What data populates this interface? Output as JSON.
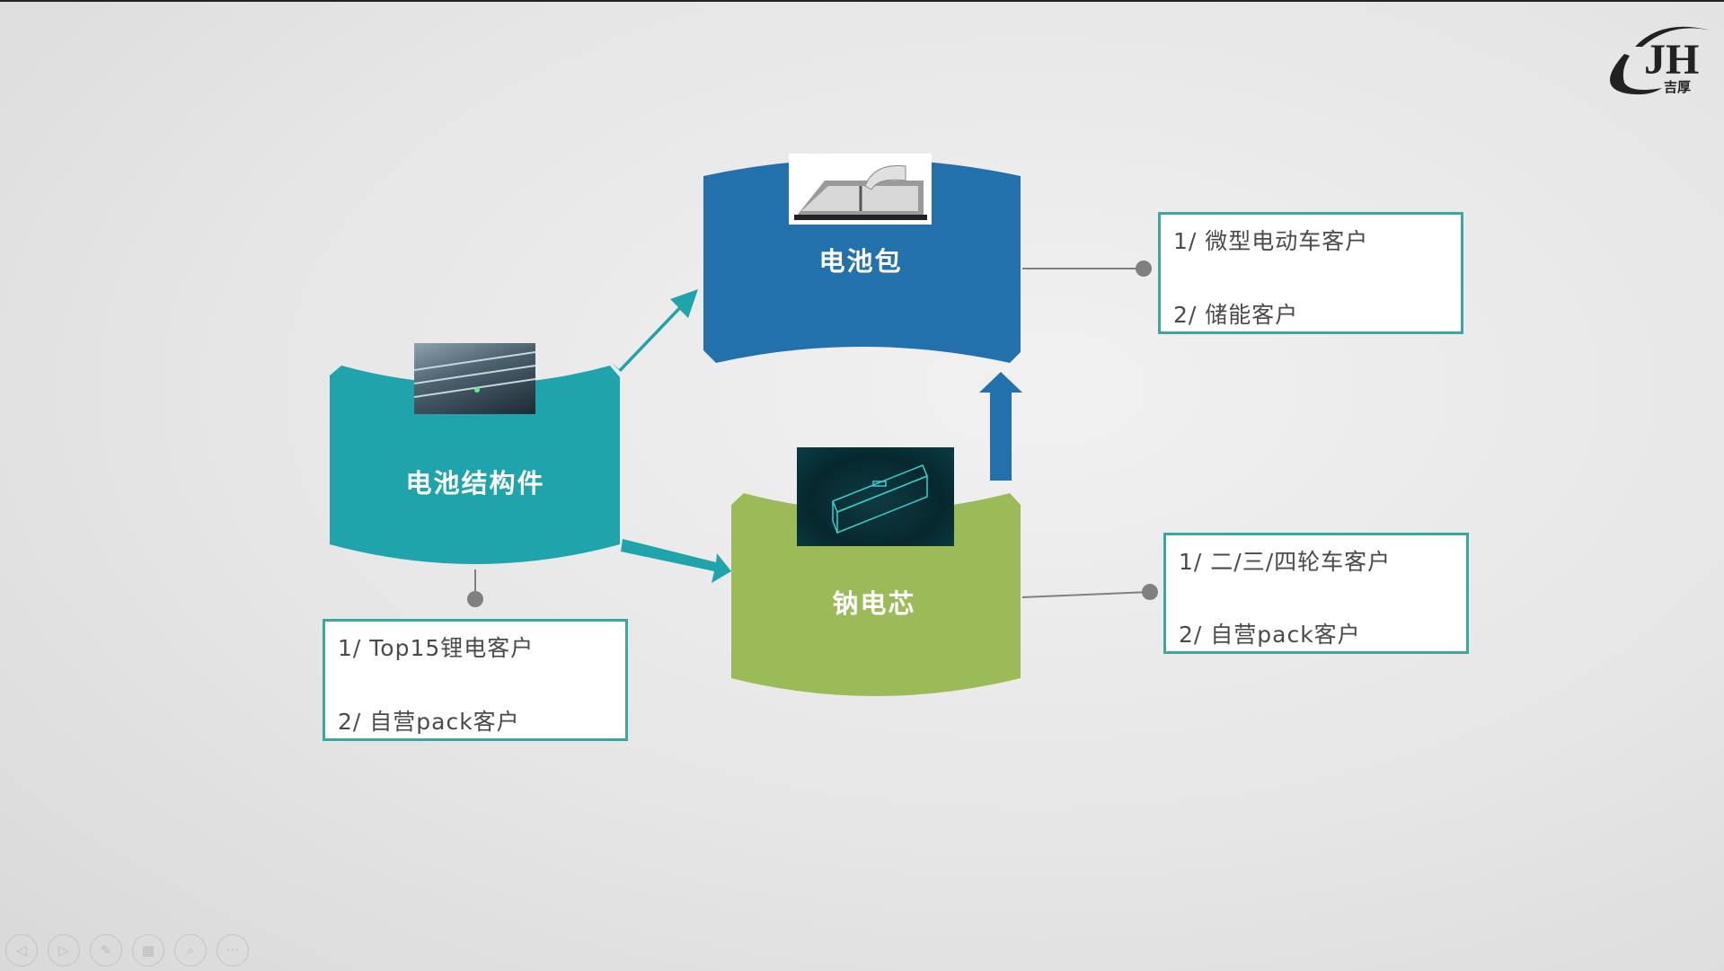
{
  "logo": {
    "letters": "JH",
    "chinese": "吉厚"
  },
  "nodes": {
    "battery_pack": {
      "label": "电池包",
      "color": "#2271ad"
    },
    "structural_parts": {
      "label": "电池结构件",
      "color": "#1ea4aa"
    },
    "sodium_cell": {
      "label": "钠电芯",
      "color": "#9bbb59"
    }
  },
  "boxes": {
    "battery_pack_customers": [
      "1/ 微型电动车客户",
      "2/ 储能客户"
    ],
    "sodium_cell_customers": [
      "1/ 二/三/四轮车客户",
      "2/ 自营pack客户"
    ],
    "structural_customers": [
      "1/ Top15锂电客户",
      "2/ 自营pack客户"
    ]
  },
  "accent": {
    "box_border": "#3aa99c",
    "connector": "#808080"
  },
  "nav_controls": [
    "previous-icon",
    "next-icon",
    "pen-icon",
    "grid-icon",
    "zoom-icon",
    "more-icon"
  ]
}
